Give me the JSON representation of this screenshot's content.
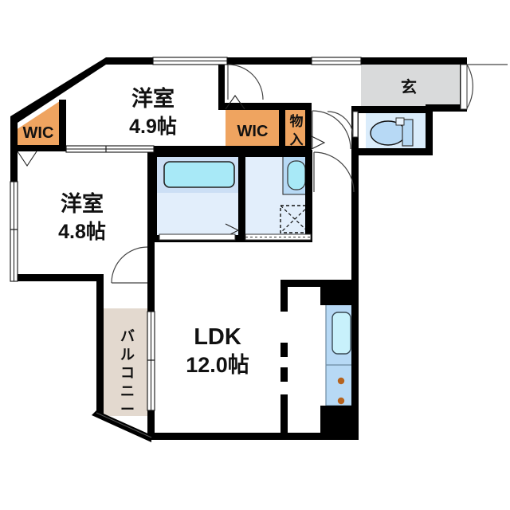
{
  "plan": {
    "type": "floor-plan",
    "unit_layout": "2LDK",
    "rooms": [
      {
        "id": "washitsu-top",
        "name": "洋室",
        "label": "洋室",
        "size": "4.9帖",
        "fill": "#ffffff"
      },
      {
        "id": "washitsu-left",
        "name": "洋室",
        "label": "洋室",
        "size": "4.8帖",
        "fill": "#ffffff"
      },
      {
        "id": "ldk",
        "name": "LDK",
        "label": "LDK",
        "size": "12.0帖",
        "fill": "#ffffff"
      },
      {
        "id": "wic-left",
        "name": "WIC",
        "label": "WIC",
        "size": "",
        "fill": "#efa460"
      },
      {
        "id": "wic-center",
        "name": "WIC",
        "label": "WIC",
        "size": "",
        "fill": "#efa460"
      },
      {
        "id": "monoire",
        "name": "物入",
        "label": "物\n入",
        "size": "",
        "fill": "#efa460"
      },
      {
        "id": "genkan",
        "name": "玄関",
        "label": "玄",
        "size": "",
        "fill": "#d9dadb"
      },
      {
        "id": "balcony",
        "name": "バルコニー",
        "label": "バルコニー",
        "size": "",
        "fill": "#e3d9cf"
      },
      {
        "id": "bath",
        "name": "浴室",
        "label": "",
        "size": "",
        "fill": "#ccdff5"
      },
      {
        "id": "washroom",
        "name": "洗面脱衣室",
        "label": "",
        "size": "",
        "fill": "#e2eefb"
      },
      {
        "id": "toilet",
        "name": "トイレ",
        "label": "",
        "size": "",
        "fill": "#daecfb"
      }
    ],
    "labels": {
      "washitsu_top_name": "洋室",
      "washitsu_top_size": "4.9帖",
      "washitsu_left_name": "洋室",
      "washitsu_left_size": "4.8帖",
      "ldk_name": "LDK",
      "ldk_size": "12.0帖",
      "wic_left": "WIC",
      "wic_center": "WIC",
      "monoire_line1": "物",
      "monoire_line2": "入",
      "genkan": "玄",
      "balcony_chars": [
        "バ",
        "ル",
        "コ",
        "ニ",
        "ー"
      ]
    },
    "colors": {
      "wall": "#000000",
      "storage_orange": "#efa460",
      "genkan_gray": "#d9dadb",
      "balcony_beige": "#e3d9cf",
      "bath_blue": "#ccdff5",
      "tub_cyan": "#a8e9f7",
      "water_light": "#e2eefb",
      "fixture_blue": "#b7d9f5",
      "burner_brown": "#b5631f",
      "text": "#111111",
      "background": "#ffffff"
    },
    "fixtures": [
      {
        "name": "bathtub",
        "room": "bath"
      },
      {
        "name": "vanity-sink",
        "room": "washroom"
      },
      {
        "name": "washing-machine-space",
        "room": "washroom"
      },
      {
        "name": "toilet-bowl",
        "room": "toilet"
      },
      {
        "name": "toilet-tank",
        "room": "toilet"
      },
      {
        "name": "kitchen-sink",
        "room": "ldk"
      },
      {
        "name": "gas-stove-2-burner",
        "room": "ldk"
      }
    ]
  }
}
